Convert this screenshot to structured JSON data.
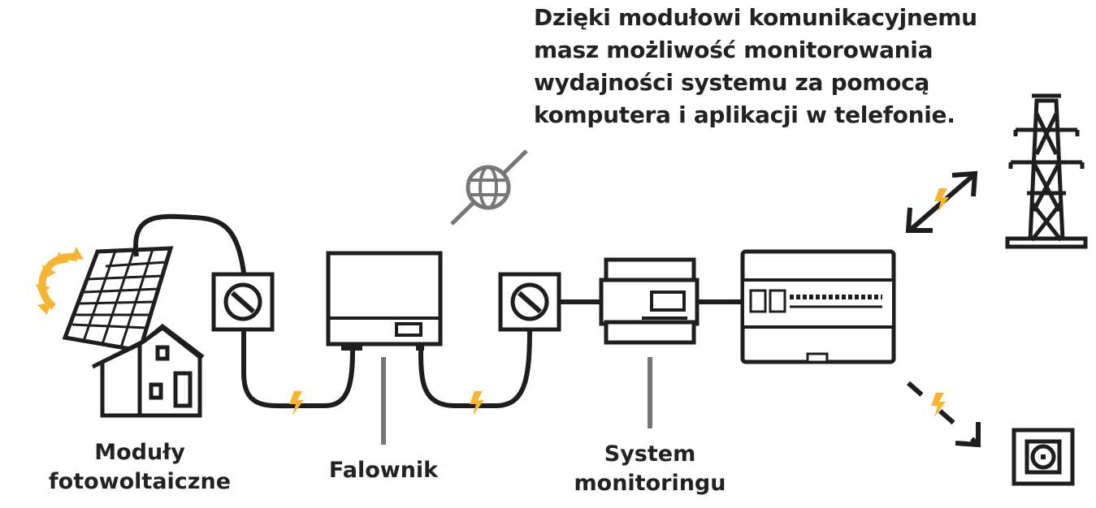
{
  "headline": {
    "lines": [
      "Dzięki modułowi komunikacyjnemu",
      "masz możliwość monitorowania",
      "wydajności systemu za pomocą",
      "komputera i aplikacji w telefonie."
    ]
  },
  "labels": {
    "panels": [
      "Moduły",
      "fotowoltaiczne"
    ],
    "inverter": [
      "Falownik"
    ],
    "monitoring": [
      "System",
      "monitoringu"
    ]
  },
  "colors": {
    "stroke": "#1e1e1e",
    "bolt": "#f6b431",
    "sun": "#f6b431",
    "gray": "#777777"
  },
  "icons": [
    "sun-icon",
    "solar-panel-icon",
    "house-icon",
    "switch-icon",
    "inverter-icon",
    "globe-icon",
    "energy-meter-icon",
    "distribution-board-icon",
    "power-pylon-icon",
    "socket-icon",
    "bolt-icon",
    "arrow-icon"
  ]
}
